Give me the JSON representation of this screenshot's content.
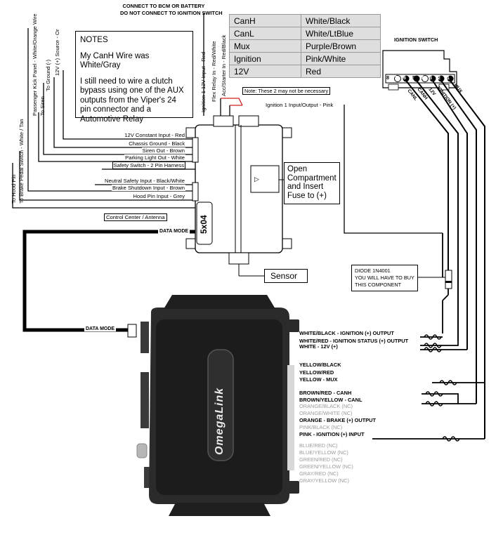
{
  "top_warning": {
    "line1": "CONNECT TO BCM OR BATTERY",
    "line2": "DO NOT CONNECT TO IGNITION SWITCH"
  },
  "color_table": [
    {
      "signal": "CanH",
      "color": "White/Black"
    },
    {
      "signal": "CanL",
      "color": "White/LtBlue"
    },
    {
      "signal": "Mux",
      "color": "Purple/Brown"
    },
    {
      "signal": "Ignition",
      "color": "Pink/White"
    },
    {
      "signal": "12V",
      "color": "Red"
    }
  ],
  "notes": {
    "title": "NOTES",
    "line1": "My CanH Wire was White/Gray",
    "line2": "I still need to wire a clutch bypass using one of the AUX outputs from the Viper's 24 pin connector and a Automotive Relay"
  },
  "ignition_switch": {
    "title": "IGNITION SWITCH",
    "pins": [
      "8",
      "7",
      "6",
      "5",
      "4",
      "3",
      "2",
      "1"
    ],
    "wire_labels": [
      "CANL",
      "CANH",
      "12V",
      "IGNITION (+)",
      "MUX"
    ]
  },
  "left_vertical_labels": [
    "To Hood Pin",
    "To Brake Pedal Switch - White / Tan",
    "To Siren",
    "Passenger Kick Panel - White/Orange Wire",
    "To Ground (-)",
    "12V (+) Source - Or"
  ],
  "top_vertical_labels": [
    "Ignition 1 12V Input - Red",
    "Flex Relay In - Red/White",
    "Acc/Starter In - Red/Black"
  ],
  "module_inputs": [
    "12V Constant Input - Red",
    "Chassis Ground - Black",
    "Siren Out - Brown",
    "Parking Light Out - White",
    "Safety Switch - 2 Pin Harness",
    "Neutral Safety Input - Black/White",
    "Brake Shutdown Input - Brown",
    "Hood Pin Input - Grey"
  ],
  "note_small": "Note: These 2 may not be necessary",
  "ignition_output": "Ignition 1 Input/Output - Pink",
  "open_compartment": "Open Compartment and Insert Fuse to (+)",
  "module_model": "5x04",
  "control_center": "Control Center / Antenna",
  "data_mode_top": "DATA MODE",
  "data_mode_bottom": "DATA MODE",
  "sensor": "Sensor",
  "diode": {
    "line1": "DIODE 1N4001",
    "line2": "YOU WILL HAVE TO BUY",
    "line3": "THIS COMPONENT"
  },
  "omegalink_logo": "OmegaLink",
  "omegalink_outputs": [
    {
      "text": "WHITE/BLACK - IGNITION (+) OUTPUT",
      "style": "bold"
    },
    {
      "text": "WHITE/RED - IGNITION STATUS (+) OUTPUT",
      "style": "bold"
    },
    {
      "text": "WHITE - 12V (+)",
      "style": "bold"
    },
    {
      "text": "YELLOW/BLACK",
      "style": "bold"
    },
    {
      "text": "YELLOW/RED",
      "style": "bold"
    },
    {
      "text": "YELLOW - MUX",
      "style": "bold"
    },
    {
      "text": "BROWN/RED - CANH",
      "style": "bold"
    },
    {
      "text": "BROWN/YELLOW - CANL",
      "style": "bold"
    },
    {
      "text": "ORANGE/BLACK (NC)",
      "style": "grey"
    },
    {
      "text": "ORANGE/WHITE (NC)",
      "style": "grey"
    },
    {
      "text": "ORANGE - BRAKE (+) OUTPUT",
      "style": "bold"
    },
    {
      "text": "PINK/BLACK (NC)",
      "style": "grey"
    },
    {
      "text": "PINK - IGNITION (+) INPUT",
      "style": "bold"
    },
    {
      "text": "BLUE/RED (NC)",
      "style": "grey"
    },
    {
      "text": "BLUE/YELLOW (NC)",
      "style": "grey"
    },
    {
      "text": "GREEN/RED (NC)",
      "style": "grey"
    },
    {
      "text": "GREEN/YELLOW (NC)",
      "style": "grey"
    },
    {
      "text": "GRAY/RED (NC)",
      "style": "grey"
    },
    {
      "text": "GRAY/YELLOW (NC)",
      "style": "grey"
    }
  ],
  "colors": {
    "wire": "#000000",
    "table_bg": "#dedede",
    "module_body": "#2b2b2b",
    "module_shade": "#1c1c1c",
    "nc_text": "#9a9a9a",
    "note_line": "#d02020"
  }
}
